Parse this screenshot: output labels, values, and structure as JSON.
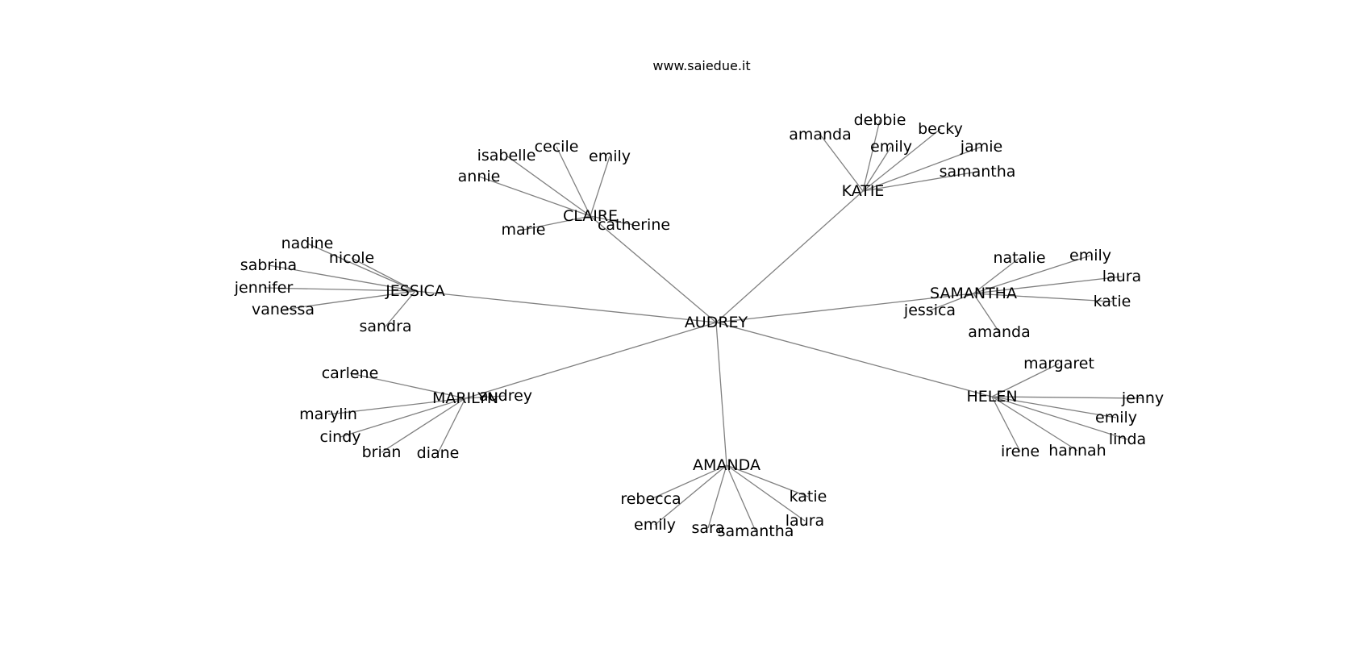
{
  "title": "www.saiedue.it",
  "colors": {
    "edge": "#808080",
    "text": "#000000",
    "background": "#ffffff"
  },
  "root": "AUDREY",
  "groups": [
    {
      "hub": "CLAIRE",
      "leaves": [
        "isabelle",
        "cecile",
        "emily",
        "annie",
        "marie",
        "catherine"
      ]
    },
    {
      "hub": "KATIE",
      "leaves": [
        "amanda",
        "debbie",
        "emily",
        "becky",
        "jamie",
        "samantha"
      ]
    },
    {
      "hub": "JESSICA",
      "leaves": [
        "nadine",
        "nicole",
        "sabrina",
        "jennifer",
        "vanessa",
        "sandra"
      ]
    },
    {
      "hub": "SAMANTHA",
      "leaves": [
        "natalie",
        "emily",
        "laura",
        "katie",
        "jessica",
        "amanda"
      ]
    },
    {
      "hub": "MARILYN",
      "leaves": [
        "carlene",
        "marylin",
        "cindy",
        "brian",
        "diane",
        "audrey"
      ]
    },
    {
      "hub": "HELEN",
      "leaves": [
        "margaret",
        "jenny",
        "emily",
        "linda",
        "hannah",
        "irene"
      ]
    },
    {
      "hub": "AMANDA",
      "leaves": [
        "rebecca",
        "emily",
        "sara",
        "samantha",
        "laura",
        "katie"
      ]
    }
  ]
}
